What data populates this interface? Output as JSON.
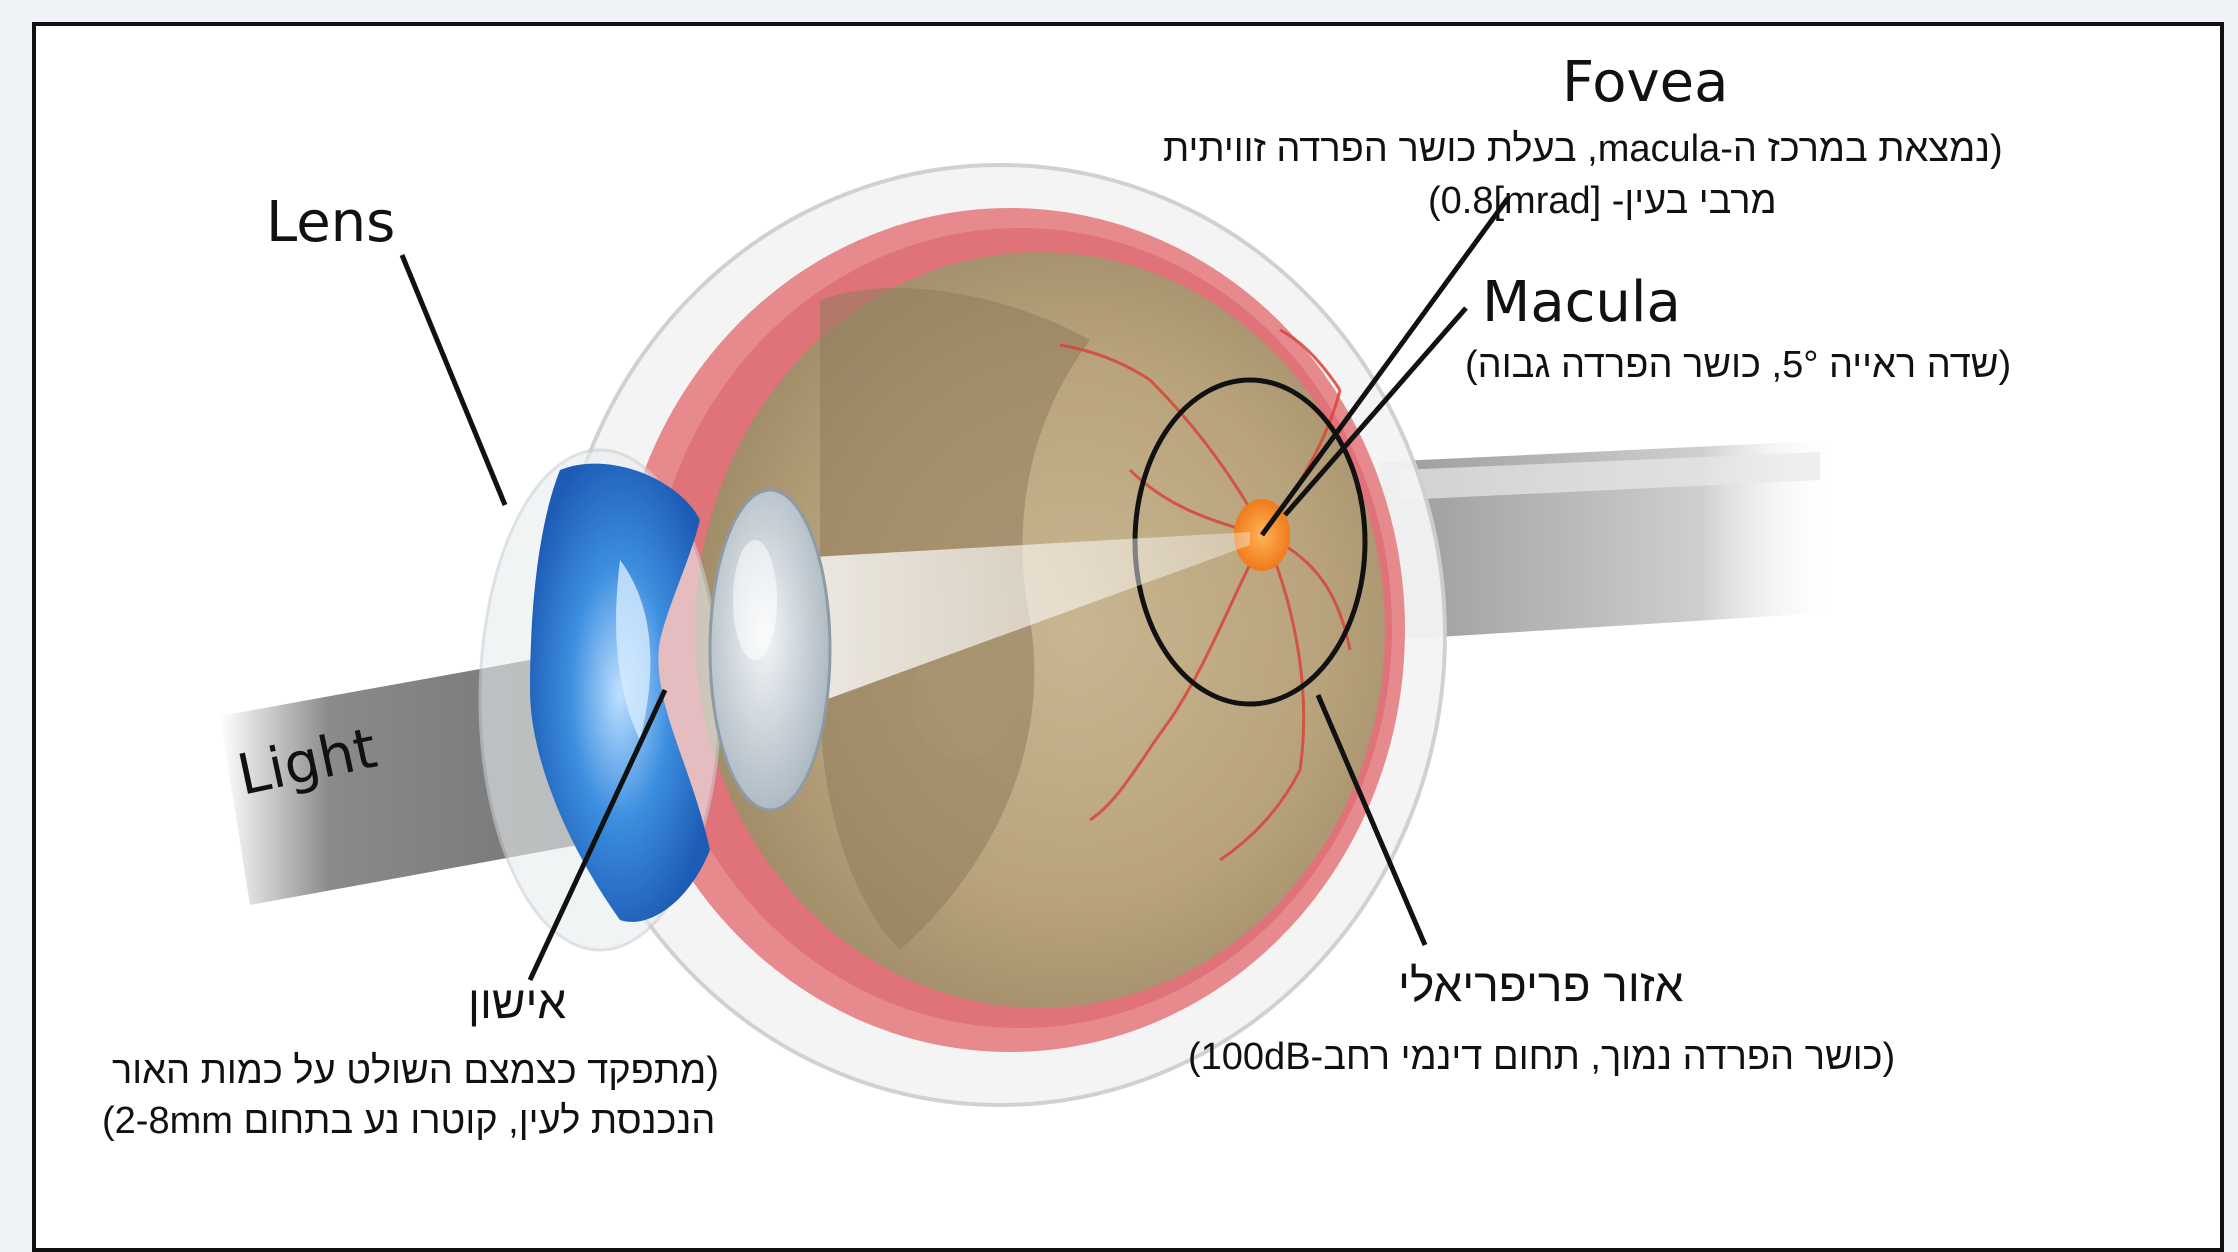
{
  "labels": {
    "lens": "Lens",
    "light": "Light",
    "fovea_title": "Fovea",
    "fovea_line1": "(נמצאת במרכז ה-macula, בעלת כושר הפרדה זוויתית",
    "fovea_line2": "מרבי בעין-  [mrad]0.8)",
    "macula_title": "Macula",
    "macula_line1": "(שדה ראייה 5°, כושר הפרדה גבוה)",
    "pupil_title": "אישון",
    "pupil_line1": "(מתפקד כצמצם השולט על כמות האור",
    "pupil_line2": "הנכנסת לעין, קוטרו נע בתחום 2-8mm)",
    "peripheral_title": "אזור פריפריאלי",
    "peripheral_line1": "(כושר הפרדה נמוך, תחום דינמי רחב-100dB)"
  },
  "colors": {
    "background": "#eef2f6",
    "frame_border": "#111111",
    "iris_blue": "#3d8fe0",
    "retina_beige": "#d8c6a0",
    "retina_red": "#e0737a",
    "fovea_orange": "#f07a1a",
    "vessel_red": "#d8453a"
  }
}
